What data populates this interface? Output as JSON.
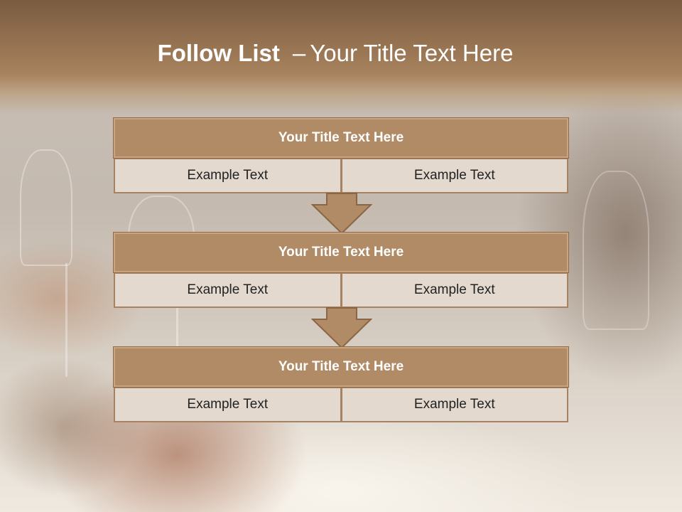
{
  "slide": {
    "title_bold": "Follow List",
    "title_separator": "–",
    "title_rest": "Your Title Text Here"
  },
  "blocks": [
    {
      "title": "Your Title Text Here",
      "cells": [
        "Example Text",
        "Example Text"
      ]
    },
    {
      "title": "Your Title Text Here",
      "cells": [
        "Example Text",
        "Example Text"
      ]
    },
    {
      "title": "Your Title Text Here",
      "cells": [
        "Example Text",
        "Example Text"
      ]
    }
  ],
  "colors": {
    "header_band": "#93704f",
    "block_title_fill": "#b18b66",
    "cell_fill": "#e4d9ce",
    "arrow_fill": "#b18b66"
  },
  "icons": [
    "down-arrow-icon"
  ]
}
